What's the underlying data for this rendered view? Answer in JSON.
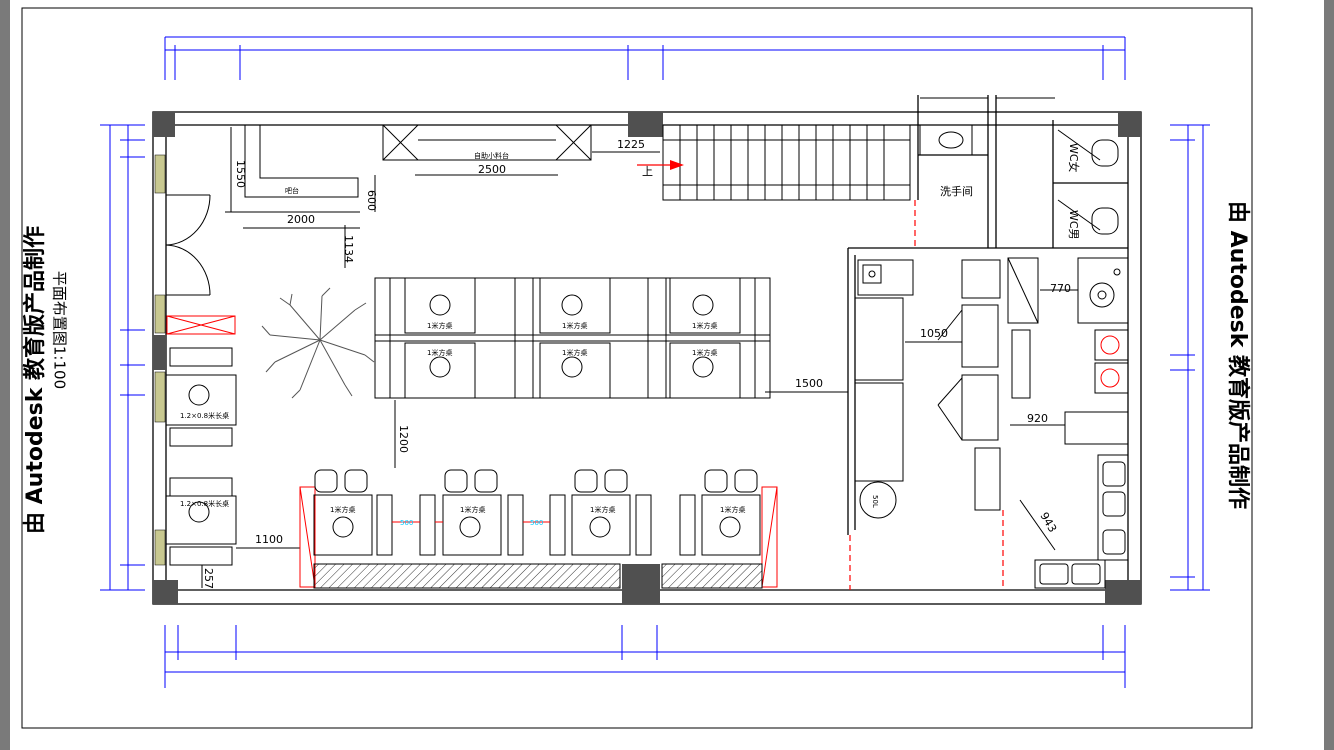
{
  "watermark": "由 Autodesk 教育版产品制作",
  "plan_title": "平面布置图1:100",
  "dims": {
    "d1550": "1550",
    "d2000": "2000",
    "d600": "600",
    "d1134": "1134",
    "d2500": "2500",
    "d1225": "1225",
    "d1200": "1200",
    "d1500": "1500",
    "d1100": "1100",
    "d257": "257",
    "d1050": "1050",
    "d770": "770",
    "d920": "920",
    "d943": "943",
    "d500": "500"
  },
  "labels": {
    "washroom": "洗手间",
    "wc_female": "WC女",
    "wc_male": "WC男",
    "table_square": "1米方桌",
    "table_rect": "1.2×0.8米长桌",
    "bar": "吧台",
    "self_service": "自助小料台",
    "stair_up": "上",
    "water_50l": "50L"
  },
  "colors": {
    "line": "#000000",
    "dim_blue": "#0000ff",
    "accent_red": "#ff0000",
    "column": "#505050",
    "hatch": "#333333",
    "window": "#c8c890"
  },
  "icons": {
    "tree": "tree-icon",
    "stove": "stove-icon",
    "toilet": "toilet-icon"
  }
}
